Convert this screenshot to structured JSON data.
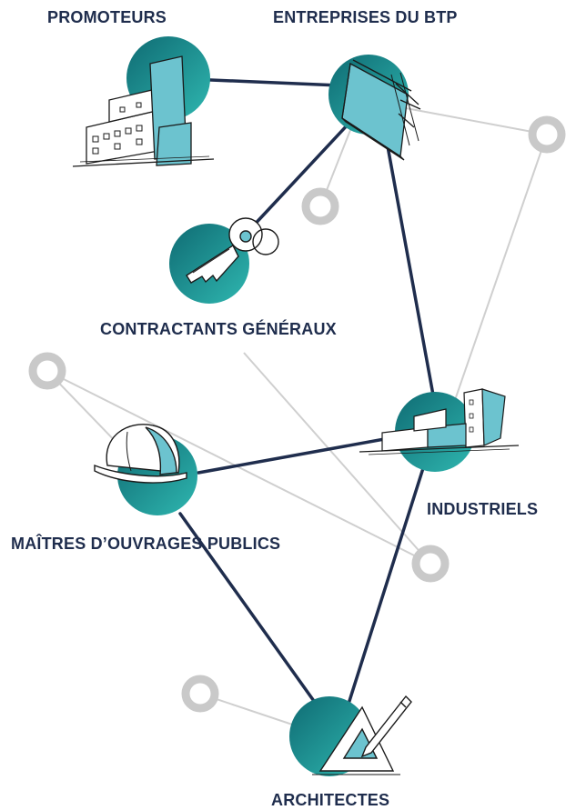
{
  "colors": {
    "navy": "#1f2d4d",
    "teal_start": "#0f6b73",
    "teal_end": "#2fb7b0",
    "grey_ring": "#c9c9c9",
    "sketch_fill": "#6cc3cf"
  },
  "nodes": {
    "promoteurs": {
      "label": "PROMOTEURS",
      "icon": "building-sketch-icon"
    },
    "entreprises": {
      "label": "ENTREPRISES DU BTP",
      "icon": "construction-panel-sketch-icon"
    },
    "contractants": {
      "label": "CONTRACTANTS GÉNÉRAUX",
      "icon": "key-sketch-icon"
    },
    "industriels": {
      "label": "INDUSTRIELS",
      "icon": "factory-sketch-icon"
    },
    "maitres": {
      "label": "MAÎTRES D’OUVRAGES PUBLICS",
      "icon": "hard-hat-sketch-icon"
    },
    "architectes": {
      "label": "ARCHITECTES",
      "icon": "set-square-pencil-sketch-icon"
    }
  }
}
